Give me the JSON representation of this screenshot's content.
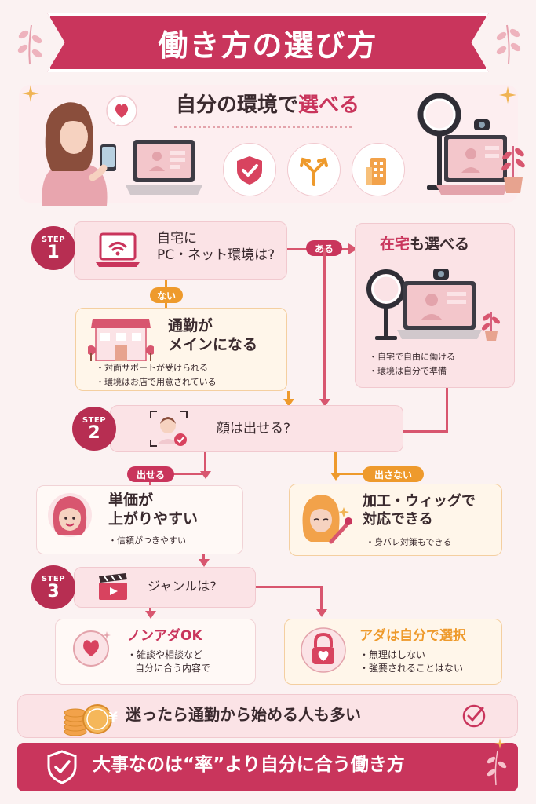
{
  "title": "働き方の選び方",
  "hero": {
    "heading_part1": "自分の環境で",
    "heading_part2": "選べる"
  },
  "step1": {
    "badge_label": "STEP",
    "badge_number": "1",
    "question_line1": "自宅に",
    "question_line2": "PC・ネット環境は?",
    "yes_label": "ある",
    "no_label": "ない"
  },
  "commute_card": {
    "title_line1": "通勤が",
    "title_line2": "メインになる",
    "bullets": [
      "・対面サポートが受けられる",
      "・環境はお店で用意されている"
    ]
  },
  "home_card": {
    "title_accent": "在宅",
    "title_rest": "も選べる",
    "bullets": [
      "・自宅で自由に働ける",
      "・環境は自分で準備"
    ]
  },
  "step2": {
    "badge_label": "STEP",
    "badge_number": "2",
    "question": "顔は出せる?",
    "yes_label": "出せる",
    "no_label": "出さない"
  },
  "face_yes_card": {
    "title_line1": "単価が",
    "title_line2": "上がりやすい",
    "bullets": [
      "・信頼がつきやすい"
    ]
  },
  "face_no_card": {
    "title_line1": "加工・ウィッグで",
    "title_line2": "対応できる",
    "bullets": [
      "・身バレ対策もできる"
    ]
  },
  "step3": {
    "badge_label": "STEP",
    "badge_number": "3",
    "question": "ジャンルは?"
  },
  "non_adult_card": {
    "title": "ノンアダOK",
    "bullets": [
      "・雑談や相談など",
      "自分に合う内容で"
    ]
  },
  "adult_card": {
    "title": "アダは自分で選択",
    "bullets": [
      "・無理はしない",
      "・強要されることはない"
    ]
  },
  "tip_bar": {
    "text": "迷ったら通勤から始める人も多い",
    "coin_symbol": "¥"
  },
  "footer": {
    "text": "大事なのは“率”より自分に合う働き方"
  },
  "colors": {
    "primary": "#c9355c",
    "dark": "#b72e52",
    "orange": "#ee9a2c",
    "pink_bg": "#fbe3e6",
    "cream_bg": "#fff6ea"
  }
}
